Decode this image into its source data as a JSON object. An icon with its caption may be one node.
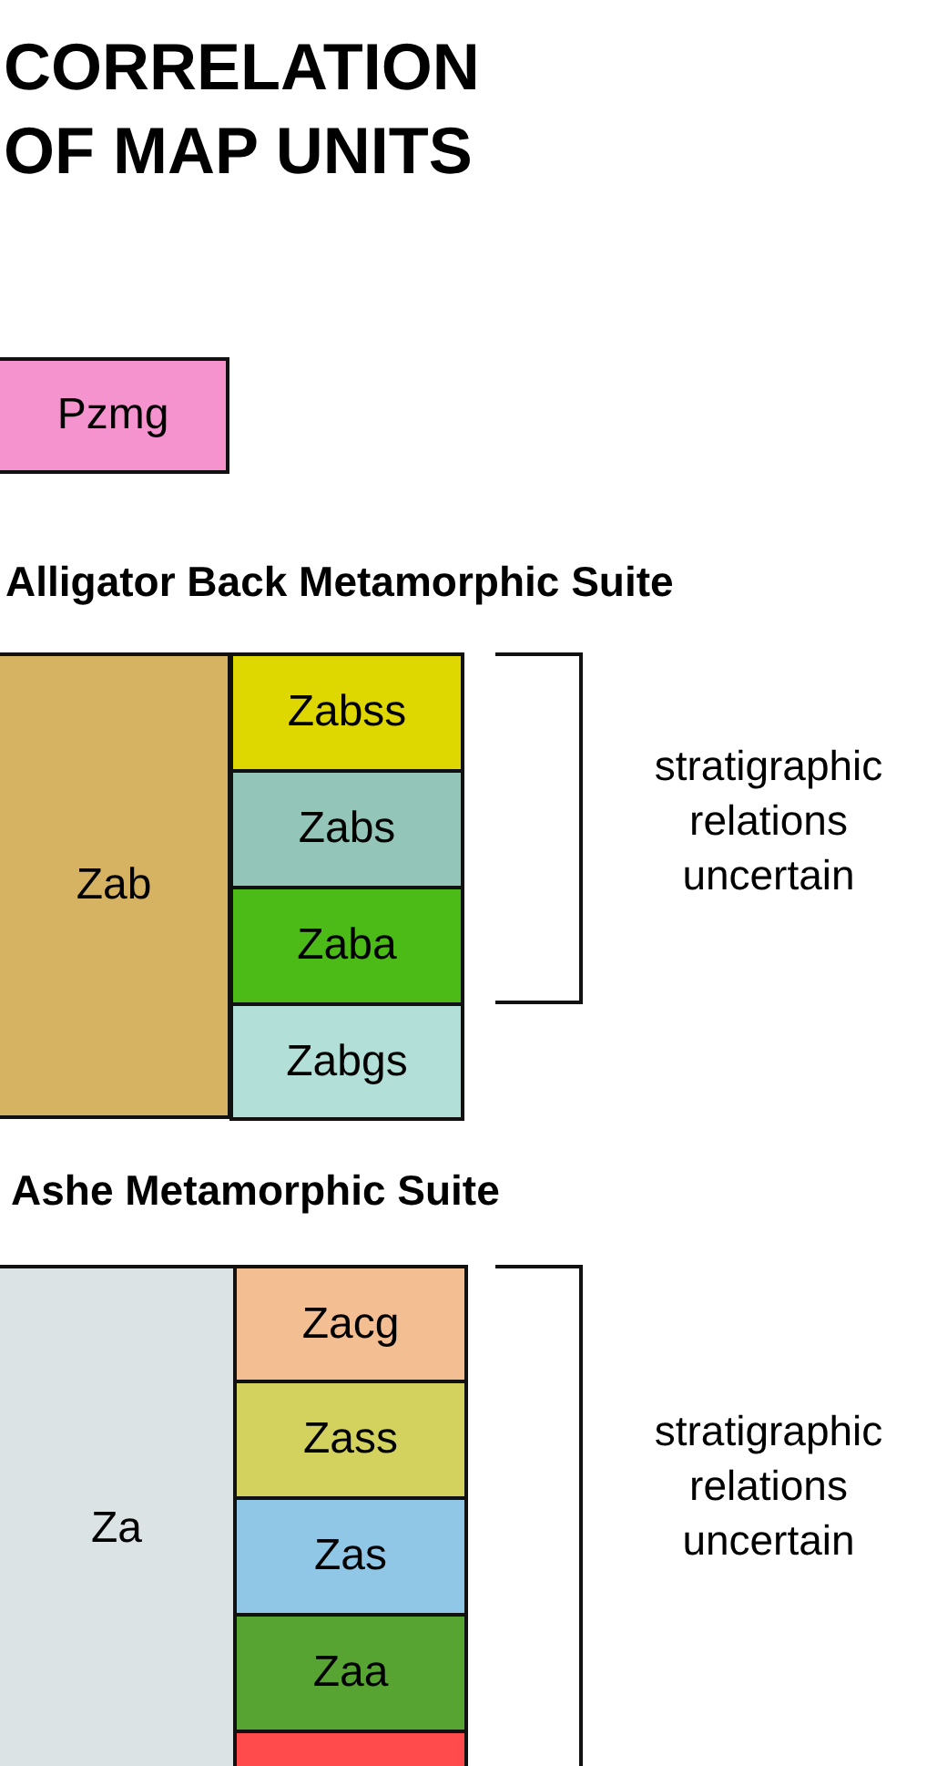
{
  "diagram": {
    "title": "CORRELATION OF MAP UNITS",
    "nodes": [
      {
        "text": [
          "Pzmg"
        ]
      },
      {
        "text": [
          "Zab"
        ]
      },
      {
        "text": [
          "Zabss"
        ]
      },
      {
        "text": [
          "Zabs"
        ]
      },
      {
        "text": [
          "Zaba"
        ]
      },
      {
        "text": [
          "Zabgs"
        ]
      },
      {
        "text": [
          "Za"
        ]
      },
      {
        "text": [
          "Zacg"
        ]
      },
      {
        "text": [
          "Zass"
        ]
      },
      {
        "text": [
          "Zas"
        ]
      },
      {
        "text": [
          "Zaa"
        ]
      },
      {
        "text": [],
        "shape": "box"
      }
    ],
    "labels": [
      "Alligator Back Metamorphic Suite",
      "stratigraphic relations uncertain",
      "Ashe Metamorphic Suite",
      "stratigraphic relations uncertain"
    ]
  }
}
